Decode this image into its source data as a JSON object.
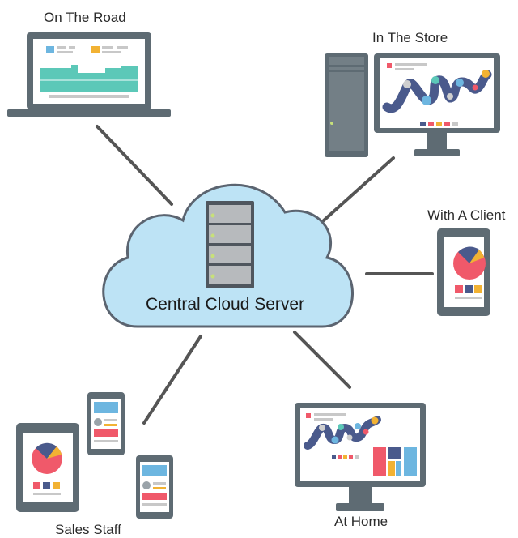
{
  "diagram": {
    "center": {
      "label": "Central Cloud Server"
    },
    "nodes": [
      {
        "id": "road",
        "label": "On The Road"
      },
      {
        "id": "store",
        "label": "In The Store"
      },
      {
        "id": "client",
        "label": "With A Client"
      },
      {
        "id": "home",
        "label": "At Home"
      },
      {
        "id": "sales",
        "label": "Sales Staff"
      }
    ],
    "edges": [
      {
        "from": "center",
        "to": "road"
      },
      {
        "from": "center",
        "to": "store"
      },
      {
        "from": "center",
        "to": "client"
      },
      {
        "from": "center",
        "to": "home"
      },
      {
        "from": "center",
        "to": "sales"
      }
    ]
  },
  "colors": {
    "cloud_fill": "#bde3f5",
    "cloud_stroke": "#5b6470",
    "device_frame": "#5e6b73",
    "screen": "#ffffff",
    "connector": "#555555",
    "teal": "#5cc8b8",
    "blue": "#6db6e0",
    "orange": "#f2b233",
    "red": "#f0596a",
    "navy": "#4a5a8c"
  }
}
